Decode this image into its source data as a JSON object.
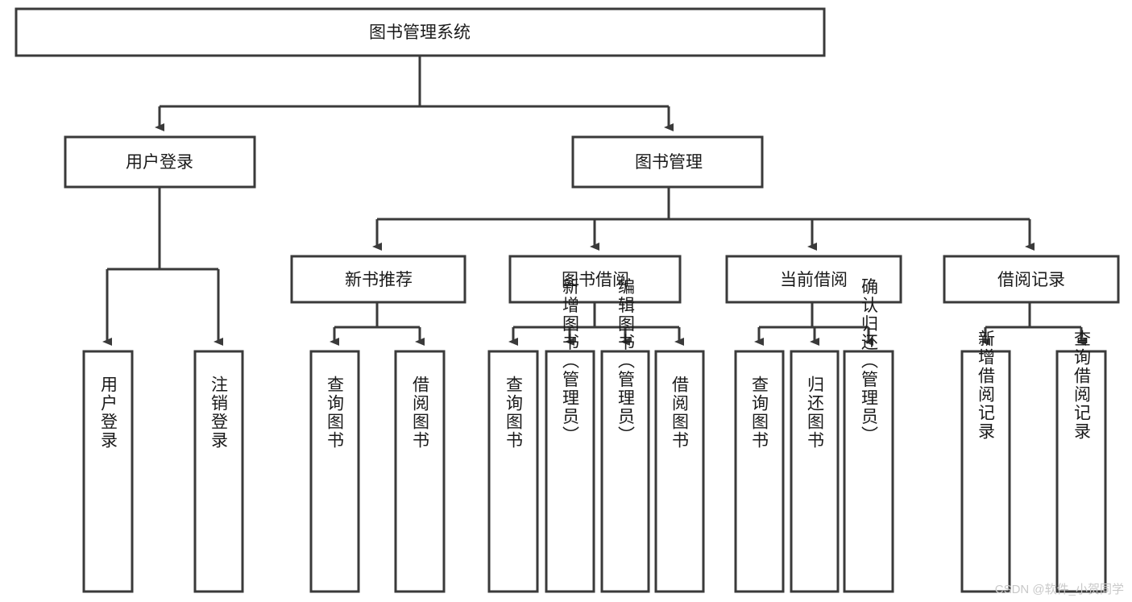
{
  "diagram": {
    "type": "tree-hierarchy-chart",
    "title": "图书管理系统",
    "watermark": "CSDN @软件_小贺同学",
    "colors": {
      "stroke": "#3a3a3a",
      "box_fill": "#ffffff",
      "text": "#1a1a1a",
      "background": "#ffffff",
      "watermark": "#c9c9c9"
    },
    "levels": [
      {
        "level": 1,
        "nodes": [
          {
            "id": "root",
            "label": "图书管理系统",
            "orientation": "horizontal"
          }
        ]
      },
      {
        "level": 2,
        "nodes": [
          {
            "id": "login",
            "label": "用户登录",
            "orientation": "horizontal",
            "parent": "root"
          },
          {
            "id": "bookmgmt",
            "label": "图书管理",
            "orientation": "horizontal",
            "parent": "root"
          }
        ]
      },
      {
        "level": 3,
        "nodes": [
          {
            "id": "newbook",
            "label": "新书推荐",
            "orientation": "horizontal",
            "parent": "bookmgmt"
          },
          {
            "id": "borrow",
            "label": "图书借阅",
            "orientation": "horizontal",
            "parent": "bookmgmt"
          },
          {
            "id": "current",
            "label": "当前借阅",
            "orientation": "horizontal",
            "parent": "bookmgmt"
          },
          {
            "id": "records",
            "label": "借阅记录",
            "orientation": "horizontal",
            "parent": "bookmgmt"
          }
        ]
      },
      {
        "level": 4,
        "nodes": [
          {
            "id": "leaf1",
            "label": "用户登录",
            "orientation": "vertical",
            "parent": "login"
          },
          {
            "id": "leaf2",
            "label": "注销登录",
            "orientation": "vertical",
            "parent": "login"
          },
          {
            "id": "leaf3",
            "label": "查询图书",
            "orientation": "vertical",
            "parent": "newbook"
          },
          {
            "id": "leaf4",
            "label": "借阅图书",
            "orientation": "vertical",
            "parent": "newbook"
          },
          {
            "id": "leaf5",
            "label": "查询图书",
            "orientation": "vertical",
            "parent": "borrow"
          },
          {
            "id": "leaf6",
            "label": "新增图书（管理员）",
            "orientation": "vertical",
            "parent": "borrow"
          },
          {
            "id": "leaf7",
            "label": "编辑图书（管理员）",
            "orientation": "vertical",
            "parent": "borrow"
          },
          {
            "id": "leaf8",
            "label": "借阅图书",
            "orientation": "vertical",
            "parent": "borrow"
          },
          {
            "id": "leaf9",
            "label": "查询图书",
            "orientation": "vertical",
            "parent": "current"
          },
          {
            "id": "leaf10",
            "label": "归还图书",
            "orientation": "vertical",
            "parent": "current"
          },
          {
            "id": "leaf11",
            "label": "确认归还（管理员）",
            "orientation": "vertical",
            "parent": "current"
          },
          {
            "id": "leaf12",
            "label": "新增借阅记录",
            "orientation": "vertical",
            "parent": "records"
          },
          {
            "id": "leaf13",
            "label": "查询借阅记录",
            "orientation": "vertical",
            "parent": "records"
          }
        ]
      }
    ]
  }
}
